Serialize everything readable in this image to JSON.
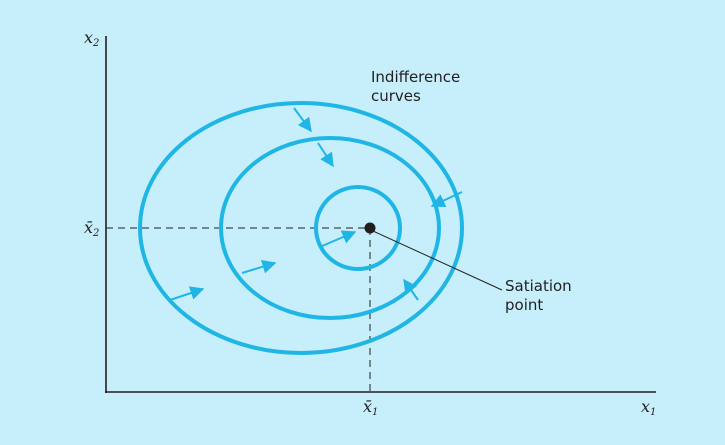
{
  "diagram": {
    "title": "",
    "x_axis": {
      "symbol": "x",
      "subscript": "1"
    },
    "y_axis": {
      "symbol": "x",
      "subscript": "2"
    },
    "x_bar_label": {
      "symbol": "x̄",
      "subscript": "1"
    },
    "y_bar_label": {
      "symbol": "x̄",
      "subscript": "2"
    },
    "curves_label": [
      "Indifference",
      "curves"
    ],
    "satiation_label": [
      "Satiation",
      "point"
    ],
    "colors": {
      "background": "#c6eefb",
      "curve": "#1fb6e6",
      "axis": "#231f20",
      "point": "#231f20"
    }
  }
}
